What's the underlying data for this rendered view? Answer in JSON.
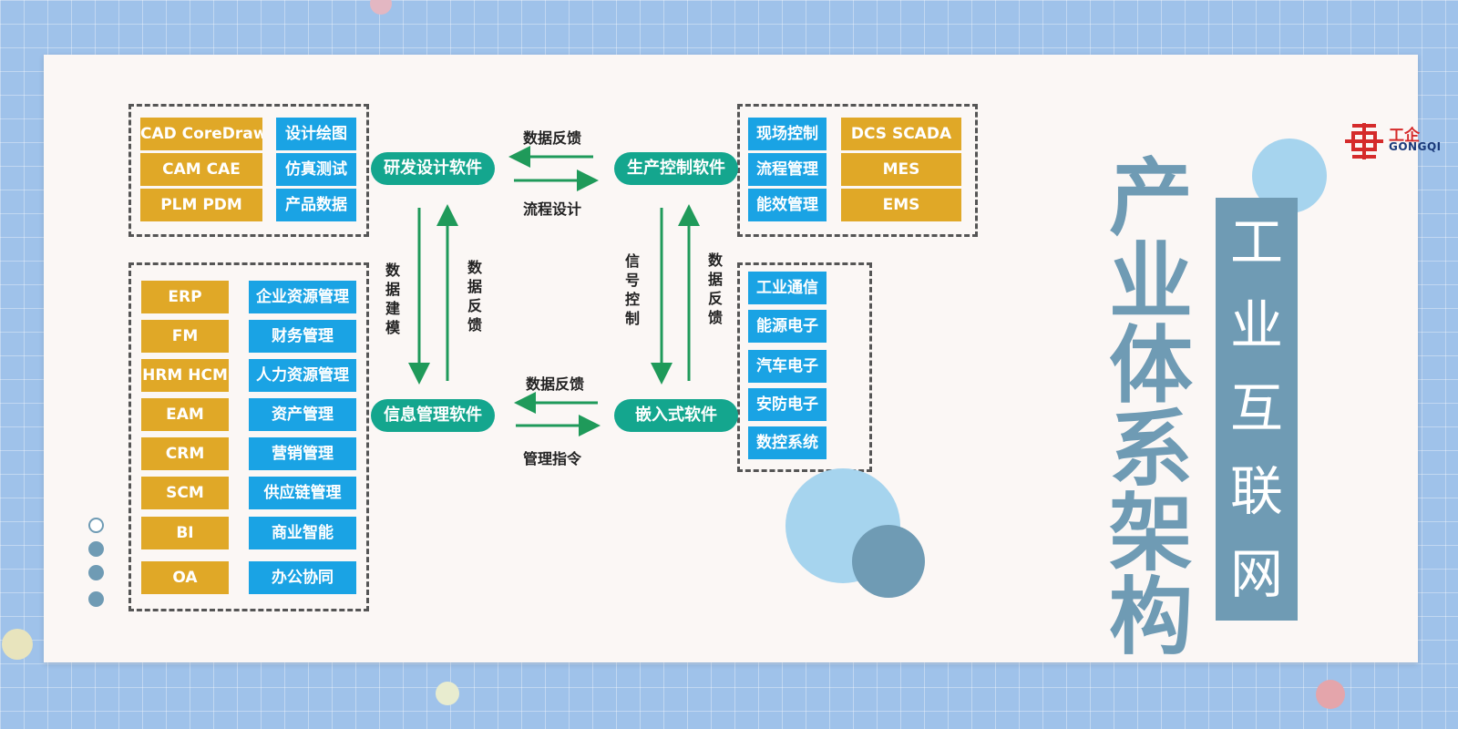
{
  "colors": {
    "background": "#9fc2ea",
    "card": "#fbf7f5",
    "gold": "#e0a827",
    "blue": "#1aa3e4",
    "teal": "#14a68e",
    "arrow_green": "#1f9a5a",
    "title_steel": "#6f9bb4",
    "circle_light": "#a6d4ee",
    "logo_red": "#d52b2b",
    "logo_navy": "#1b3a7a"
  },
  "logo": {
    "icon": "gongqi-logo-mark-icon",
    "cn": "工企",
    "en": "GONGQI"
  },
  "main_title": "产业体系架构",
  "sub_title": "工业互联网",
  "top_left": {
    "gold": [
      "CAD CoreDraw",
      "CAM CAE",
      "PLM PDM"
    ],
    "blue": [
      "设计绘图",
      "仿真测试",
      "产品数据"
    ]
  },
  "top_right": {
    "blue": [
      "现场控制",
      "流程管理",
      "能效管理"
    ],
    "gold": [
      "DCS SCADA",
      "MES",
      "EMS"
    ]
  },
  "bottom_left": {
    "gold": [
      "ERP",
      "FM",
      "HRM HCM",
      "EAM",
      "CRM",
      "SCM",
      "BI",
      "OA"
    ],
    "blue": [
      "企业资源管理",
      "财务管理",
      "人力资源管理",
      "资产管理",
      "营销管理",
      "供应链管理",
      "商业智能",
      "办公协同"
    ]
  },
  "bottom_right": {
    "blue": [
      "工业通信",
      "能源电子",
      "汽车电子",
      "安防电子",
      "数控系统"
    ]
  },
  "nodes": {
    "rd": "研发设计软件",
    "prod": "生产控制软件",
    "info": "信息管理软件",
    "embed": "嵌入式软件"
  },
  "flows": {
    "top_feedback": "数据反馈",
    "top_design": "流程设计",
    "bottom_feedback": "数据反馈",
    "bottom_command": "管理指令",
    "left_model": "数据建模",
    "left_feedback": "数据反馈",
    "right_signal": "信号控制",
    "right_feedback": "数据反馈"
  }
}
